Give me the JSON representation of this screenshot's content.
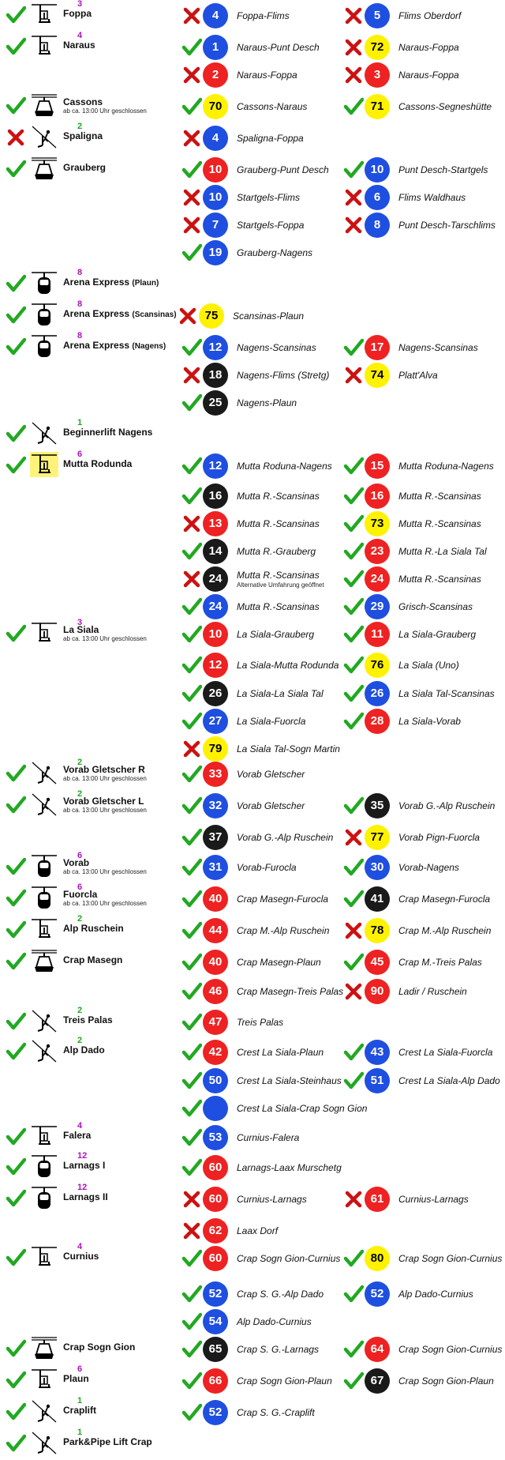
{
  "colors": {
    "open": "#22a822",
    "closed": "#cc1111",
    "blue": "#1f4fe0",
    "red": "#ee2222",
    "yellow": "#fff200",
    "black": "#1a1a1a",
    "capacity": "#b010c0",
    "capacity_green": "#22a822"
  },
  "rows": [
    {
      "lift": {
        "status": "open",
        "icon": "chairlift-icon",
        "cap": "3",
        "name": "Foppa"
      },
      "slopes": [
        {
          "status": "closed",
          "num": "4",
          "color": "blue",
          "name": "Foppa-Flims"
        },
        {
          "status": "closed",
          "num": "5",
          "color": "blue",
          "name": "Flims Oberdorf"
        }
      ]
    },
    {
      "lift": {
        "status": "open",
        "icon": "chairlift-icon",
        "cap": "4",
        "name": "Naraus"
      },
      "slopes": [
        {
          "status": "open",
          "num": "1",
          "color": "blue",
          "name": "Naraus-Punt Desch"
        },
        {
          "status": "closed",
          "num": "72",
          "color": "yellow",
          "name": "Naraus-Foppa"
        }
      ]
    },
    {
      "slopes": [
        {
          "status": "closed",
          "num": "2",
          "color": "red",
          "name": "Naraus-Foppa"
        },
        {
          "status": "closed",
          "num": "3",
          "color": "red",
          "name": "Naraus-Foppa"
        }
      ]
    },
    {
      "lift": {
        "status": "open",
        "icon": "cable-car-icon",
        "name": "Cassons",
        "note": "ab ca. 13:00 Uhr geschlossen"
      },
      "slopes": [
        {
          "status": "open",
          "num": "70",
          "color": "yellow",
          "name": "Cassons-Naraus"
        },
        {
          "status": "open",
          "num": "71",
          "color": "yellow",
          "name": "Cassons-Segneshütte"
        }
      ]
    },
    {
      "lift": {
        "status": "closed",
        "icon": "surface-lift-icon",
        "cap": "2",
        "capcolor": "green",
        "name": "Spaligna"
      },
      "slopes": [
        {
          "status": "closed",
          "num": "4",
          "color": "blue",
          "name": "Spaligna-Foppa"
        }
      ]
    },
    {
      "lift": {
        "status": "open",
        "icon": "cable-car-icon",
        "name": "Grauberg"
      },
      "slopes": [
        {
          "status": "open",
          "num": "10",
          "color": "red",
          "name": "Grauberg-Punt Desch"
        },
        {
          "status": "open",
          "num": "10",
          "color": "blue",
          "name": "Punt Desch-Startgels"
        }
      ]
    },
    {
      "slopes": [
        {
          "status": "closed",
          "num": "10",
          "color": "blue",
          "name": "Startgels-Flims"
        },
        {
          "status": "closed",
          "num": "6",
          "color": "blue",
          "name": "Flims Waldhaus"
        }
      ]
    },
    {
      "slopes": [
        {
          "status": "closed",
          "num": "7",
          "color": "blue",
          "name": "Startgels-Foppa"
        },
        {
          "status": "closed",
          "num": "8",
          "color": "blue",
          "name": "Punt Desch-Tarschlims"
        }
      ]
    },
    {
      "slopes": [
        {
          "status": "open",
          "num": "19",
          "color": "blue",
          "name": "Grauberg-Nagens"
        }
      ]
    },
    {
      "lift": {
        "status": "open",
        "icon": "gondola-icon",
        "cap": "8",
        "name": "Arena Express",
        "sub": "(Plaun)"
      }
    },
    {
      "lift": {
        "status": "open",
        "icon": "gondola-icon",
        "cap": "8",
        "name": "Arena Express",
        "sub": "(Scansinas)"
      },
      "slopes": [
        {
          "status": "closed",
          "num": "75",
          "color": "yellow",
          "name": "Scansinas-Plaun",
          "nocheck": true
        }
      ]
    },
    {
      "lift": {
        "status": "open",
        "icon": "gondola-icon",
        "cap": "8",
        "name": "Arena Express",
        "sub": "(Nagens)"
      },
      "slopes": [
        {
          "status": "open",
          "num": "12",
          "color": "blue",
          "name": "Nagens-Scansinas"
        },
        {
          "status": "open",
          "num": "17",
          "color": "red",
          "name": "Nagens-Scansinas"
        }
      ]
    },
    {
      "slopes": [
        {
          "status": "closed",
          "num": "18",
          "color": "black",
          "name": "Nagens-Flims (Stretg)"
        },
        {
          "status": "closed",
          "num": "74",
          "color": "yellow",
          "name": "Platt'Alva"
        }
      ]
    },
    {
      "slopes": [
        {
          "status": "open",
          "num": "25",
          "color": "black",
          "name": "Nagens-Plaun"
        }
      ]
    },
    {
      "lift": {
        "status": "open",
        "icon": "surface-lift-icon",
        "cap": "1",
        "capcolor": "green",
        "name": "Beginnerlift Nagens"
      }
    },
    {
      "lift": {
        "status": "open",
        "icon": "chairlift-icon",
        "cap": "6",
        "name": "Mutta Rodunda",
        "hl": true
      },
      "slopes": [
        {
          "status": "open",
          "num": "12",
          "color": "blue",
          "name": "Mutta Roduna-Nagens"
        },
        {
          "status": "open",
          "num": "15",
          "color": "red",
          "name": "Mutta Roduna-Nagens"
        }
      ]
    },
    {
      "slopes": [
        {
          "status": "open",
          "num": "16",
          "color": "black",
          "name": "Mutta R.-Scansinas"
        },
        {
          "status": "open",
          "num": "16",
          "color": "red",
          "name": "Mutta R.-Scansinas"
        }
      ]
    },
    {
      "slopes": [
        {
          "status": "closed",
          "num": "13",
          "color": "red",
          "name": "Mutta R.-Scansinas"
        },
        {
          "status": "open",
          "num": "73",
          "color": "yellow",
          "name": "Mutta R.-Scansinas"
        }
      ]
    },
    {
      "slopes": [
        {
          "status": "open",
          "num": "14",
          "color": "black",
          "name": "Mutta R.-Grauberg"
        },
        {
          "status": "open",
          "num": "23",
          "color": "red",
          "name": "Mutta R.-La Siala Tal"
        }
      ]
    },
    {
      "slopes": [
        {
          "status": "closed",
          "num": "24",
          "color": "black",
          "name": "Mutta R.-Scansinas",
          "note": "Alternative Umfahrung geöffnet"
        },
        {
          "status": "open",
          "num": "24",
          "color": "red",
          "name": "Mutta R.-Scansinas"
        }
      ]
    },
    {
      "slopes": [
        {
          "status": "open",
          "num": "24",
          "color": "blue",
          "name": "Mutta R.-Scansinas"
        },
        {
          "status": "open",
          "num": "29",
          "color": "blue",
          "name": "Grisch-Scansinas"
        }
      ]
    },
    {
      "lift": {
        "status": "open",
        "icon": "chairlift-icon",
        "cap": "3",
        "name": "La Siala",
        "note": "ab ca. 13:00 Uhr geschlossen"
      },
      "slopes": [
        {
          "status": "open",
          "num": "10",
          "color": "red",
          "name": "La Siala-Grauberg"
        },
        {
          "status": "open",
          "num": "11",
          "color": "red",
          "name": "La Siala-Grauberg"
        }
      ]
    },
    {
      "slopes": [
        {
          "status": "open",
          "num": "12",
          "color": "red",
          "name": "La Siala-Mutta Rodunda"
        },
        {
          "status": "open",
          "num": "76",
          "color": "yellow",
          "name": "La Siala (Uno)"
        }
      ]
    },
    {
      "slopes": [
        {
          "status": "open",
          "num": "26",
          "color": "black",
          "name": "La Siala-La Siala Tal"
        },
        {
          "status": "open",
          "num": "26",
          "color": "blue",
          "name": "La Siala Tal-Scansinas"
        }
      ]
    },
    {
      "slopes": [
        {
          "status": "open",
          "num": "27",
          "color": "blue",
          "name": "La Siala-Fuorcla"
        },
        {
          "status": "open",
          "num": "28",
          "color": "red",
          "name": "La Siala-Vorab"
        }
      ]
    },
    {
      "slopes": [
        {
          "status": "closed",
          "num": "79",
          "color": "yellow",
          "name": "La Siala Tal-Sogn Martin"
        }
      ]
    },
    {
      "lift": {
        "status": "open",
        "icon": "surface-lift-icon",
        "cap": "2",
        "capcolor": "green",
        "name": "Vorab Gletscher R",
        "note": "ab ca. 13:00 Uhr geschlossen"
      },
      "slopes": [
        {
          "status": "open",
          "num": "33",
          "color": "red",
          "name": "Vorab Gletscher"
        }
      ]
    },
    {
      "lift": {
        "status": "open",
        "icon": "surface-lift-icon",
        "cap": "2",
        "capcolor": "green",
        "name": "Vorab Gletscher L",
        "note": "ab ca. 13:00 Uhr geschlossen"
      },
      "slopes": [
        {
          "status": "open",
          "num": "32",
          "color": "blue",
          "name": "Vorab Gletscher"
        },
        {
          "status": "open",
          "num": "35",
          "color": "black",
          "name": "Vorab G.-Alp Ruschein"
        }
      ]
    },
    {
      "slopes": [
        {
          "status": "open",
          "num": "37",
          "color": "black",
          "name": "Vorab G.-Alp Ruschein"
        },
        {
          "status": "closed",
          "num": "77",
          "color": "yellow",
          "name": "Vorab Pign-Fuorcla"
        }
      ]
    },
    {
      "lift": {
        "status": "open",
        "icon": "gondola-icon",
        "cap": "6",
        "name": "Vorab",
        "note": "ab ca. 13:00 Uhr geschlossen"
      },
      "slopes": [
        {
          "status": "open",
          "num": "31",
          "color": "blue",
          "name": "Vorab-Furocla"
        },
        {
          "status": "open",
          "num": "30",
          "color": "blue",
          "name": "Vorab-Nagens"
        }
      ]
    },
    {
      "lift": {
        "status": "open",
        "icon": "gondola-icon",
        "cap": "6",
        "name": "Fuorcla",
        "note": "ab ca. 13:00 Uhr geschlossen"
      },
      "slopes": [
        {
          "status": "open",
          "num": "40",
          "color": "red",
          "name": "Crap Masegn-Furocla"
        },
        {
          "status": "open",
          "num": "41",
          "color": "black",
          "name": "Crap Masegn-Furocla"
        }
      ]
    },
    {
      "lift": {
        "status": "open",
        "icon": "chairlift-icon",
        "cap": "2",
        "capcolor": "green",
        "name": "Alp Ruschein"
      },
      "slopes": [
        {
          "status": "open",
          "num": "44",
          "color": "red",
          "name": "Crap M.-Alp Ruschein"
        },
        {
          "status": "closed",
          "num": "78",
          "color": "yellow",
          "name": "Crap M.-Alp Ruschein"
        }
      ]
    },
    {
      "lift": {
        "status": "open",
        "icon": "cable-car-icon",
        "name": "Crap Masegn"
      },
      "slopes": [
        {
          "status": "open",
          "num": "40",
          "color": "red",
          "name": "Crap Masegn-Plaun"
        },
        {
          "status": "open",
          "num": "45",
          "color": "red",
          "name": "Crap M.-Treis Palas"
        }
      ]
    },
    {
      "slopes": [
        {
          "status": "open",
          "num": "46",
          "color": "red",
          "name": "Crap Masegn-Treis Palas"
        },
        {
          "status": "closed",
          "num": "90",
          "color": "red",
          "name": "Ladir / Ruschein",
          "tight": true
        }
      ]
    },
    {
      "lift": {
        "status": "open",
        "icon": "surface-lift-icon",
        "cap": "2",
        "capcolor": "green",
        "name": "Treis Palas"
      },
      "slopes": [
        {
          "status": "open",
          "num": "47",
          "color": "red",
          "name": "Treis Palas"
        }
      ]
    },
    {
      "lift": {
        "status": "open",
        "icon": "surface-lift-icon",
        "cap": "2",
        "capcolor": "green",
        "name": "Alp Dado"
      },
      "slopes": [
        {
          "status": "open",
          "num": "42",
          "color": "red",
          "name": "Crest La Siala-Plaun"
        },
        {
          "status": "open",
          "num": "43",
          "color": "blue",
          "name": "Crest La Siala-Fuorcla"
        }
      ]
    },
    {
      "slopes": [
        {
          "status": "open",
          "num": "50",
          "color": "blue",
          "name": "Crest La Siala-Steinhaus"
        },
        {
          "status": "open",
          "num": "51",
          "color": "blue",
          "name": "Crest La Siala-Alp Dado"
        }
      ]
    },
    {
      "slopes": [
        {
          "status": "open",
          "num": "",
          "color": "blue",
          "name": "Crest La Siala-Crap Sogn Gion"
        }
      ]
    },
    {
      "lift": {
        "status": "open",
        "icon": "chairlift-icon",
        "cap": "4",
        "name": "Falera"
      },
      "slopes": [
        {
          "status": "open",
          "num": "53",
          "color": "blue",
          "name": "Curnius-Falera"
        }
      ]
    },
    {
      "lift": {
        "status": "open",
        "icon": "gondola-icon",
        "cap": "12",
        "name": "Larnags I"
      },
      "slopes": [
        {
          "status": "open",
          "num": "60",
          "color": "red",
          "name": "Larnags-Laax Murschetg"
        }
      ]
    },
    {
      "lift": {
        "status": "open",
        "icon": "gondola-icon",
        "cap": "12",
        "name": "Larnags II"
      },
      "slopes": [
        {
          "status": "closed",
          "num": "60",
          "color": "red",
          "name": "Curnius-Larnags"
        },
        {
          "status": "closed",
          "num": "61",
          "color": "red",
          "name": "Curnius-Larnags"
        }
      ]
    },
    {
      "slopes": [
        {
          "status": "closed",
          "num": "62",
          "color": "red",
          "name": "Laax Dorf"
        }
      ]
    },
    {
      "lift": {
        "status": "open",
        "icon": "chairlift-icon",
        "cap": "4",
        "name": "Curnius"
      },
      "slopes": [
        {
          "status": "open",
          "num": "60",
          "color": "red",
          "name": "Crap Sogn Gion-Curnius"
        },
        {
          "status": "open",
          "num": "80",
          "color": "yellow",
          "name": "Crap Sogn Gion-Curnius"
        }
      ]
    },
    {
      "slopes": [
        {
          "status": "open",
          "num": "52",
          "color": "blue",
          "name": "Crap S. G.-Alp Dado"
        },
        {
          "status": "open",
          "num": "52",
          "color": "blue",
          "name": "Alp Dado-Curnius"
        }
      ]
    },
    {
      "slopes": [
        {
          "status": "open",
          "num": "54",
          "color": "blue",
          "name": "Alp Dado-Curnius"
        }
      ]
    },
    {
      "lift": {
        "status": "open",
        "icon": "cable-car-icon",
        "name": "Crap Sogn Gion"
      },
      "slopes": [
        {
          "status": "open",
          "num": "65",
          "color": "black",
          "name": "Crap S. G.-Larnags"
        },
        {
          "status": "open",
          "num": "64",
          "color": "red",
          "name": "Crap Sogn Gion-Curnius"
        }
      ]
    },
    {
      "lift": {
        "status": "open",
        "icon": "chairlift-icon",
        "cap": "6",
        "name": "Plaun"
      },
      "slopes": [
        {
          "status": "open",
          "num": "66",
          "color": "red",
          "name": "Crap Sogn Gion-Plaun"
        },
        {
          "status": "open",
          "num": "67",
          "color": "black",
          "name": "Crap Sogn Gion-Plaun"
        }
      ]
    },
    {
      "lift": {
        "status": "open",
        "icon": "surface-lift-icon",
        "cap": "1",
        "capcolor": "green",
        "name": "Craplift"
      },
      "slopes": [
        {
          "status": "open",
          "num": "52",
          "color": "blue",
          "name": "Crap S. G.-Craplift"
        }
      ]
    },
    {
      "lift": {
        "status": "open",
        "icon": "surface-lift-icon",
        "cap": "1",
        "capcolor": "green",
        "name": "Park&Pipe Lift Crap"
      }
    }
  ]
}
